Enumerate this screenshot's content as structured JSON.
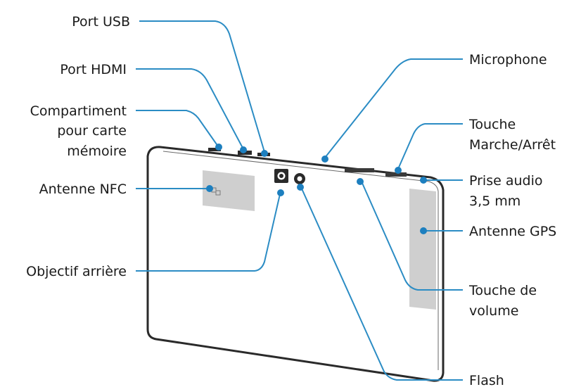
{
  "labels": {
    "port_usb": "Port USB",
    "port_hdmi": "Port HDMI",
    "compartiment_line1": "Compartiment",
    "compartiment_line2": "pour carte",
    "compartiment_line3": "mémoire",
    "antenne_nfc": "Antenne NFC",
    "objectif_arriere": "Objectif arrière",
    "microphone": "Microphone",
    "touche_marche_line1": "Touche",
    "touche_marche_line2": "Marche/Arrêt",
    "prise_audio_line1": "Prise audio",
    "prise_audio_line2": "3,5 mm",
    "antenne_gps": "Antenne GPS",
    "touche_volume_line1": "Touche de",
    "touche_volume_line2": "volume",
    "flash": "Flash"
  },
  "colors": {
    "leader_line": "#2b8cc4",
    "callout_dot": "#1d7fbf",
    "antenna_patch": "#cfcfcf",
    "tablet_outline": "#2a2a2a"
  },
  "icons": {
    "camera": "camera-icon",
    "flash": "flash-icon",
    "nfc_glyph": "nfc-icon"
  }
}
